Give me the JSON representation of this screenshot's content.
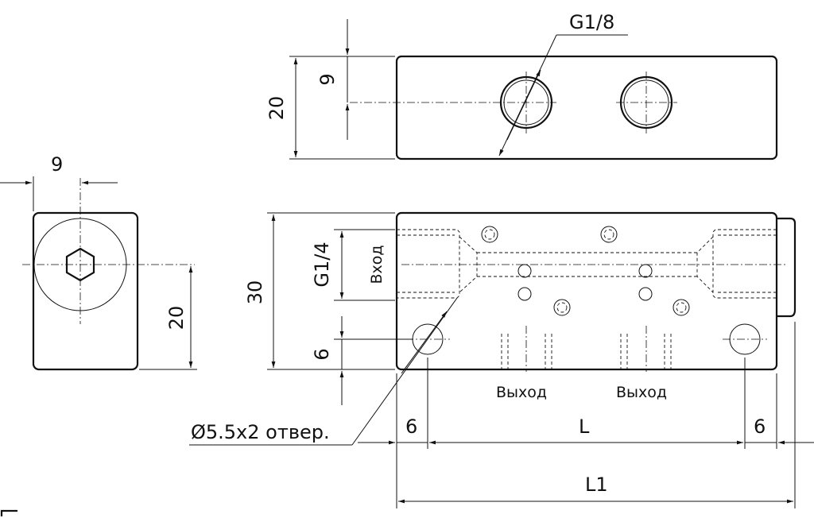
{
  "labels": {
    "thread_top": "G1/8",
    "dim_top_9": "9",
    "dim_top_20": "20",
    "dim_side_9": "9",
    "dim_side_20": "20",
    "dim_front_30": "30",
    "thread_inlet": "G1/4",
    "inlet": "Вход",
    "dim_front_6": "6",
    "outlet_1": "Выход",
    "outlet_2": "Выход",
    "holes_note": "Ø5.5x2 отвер.",
    "dim_bottom_6_left": "6",
    "dim_bottom_L": "L",
    "dim_bottom_6_right": "6",
    "dim_bottom_L1": "L1"
  }
}
